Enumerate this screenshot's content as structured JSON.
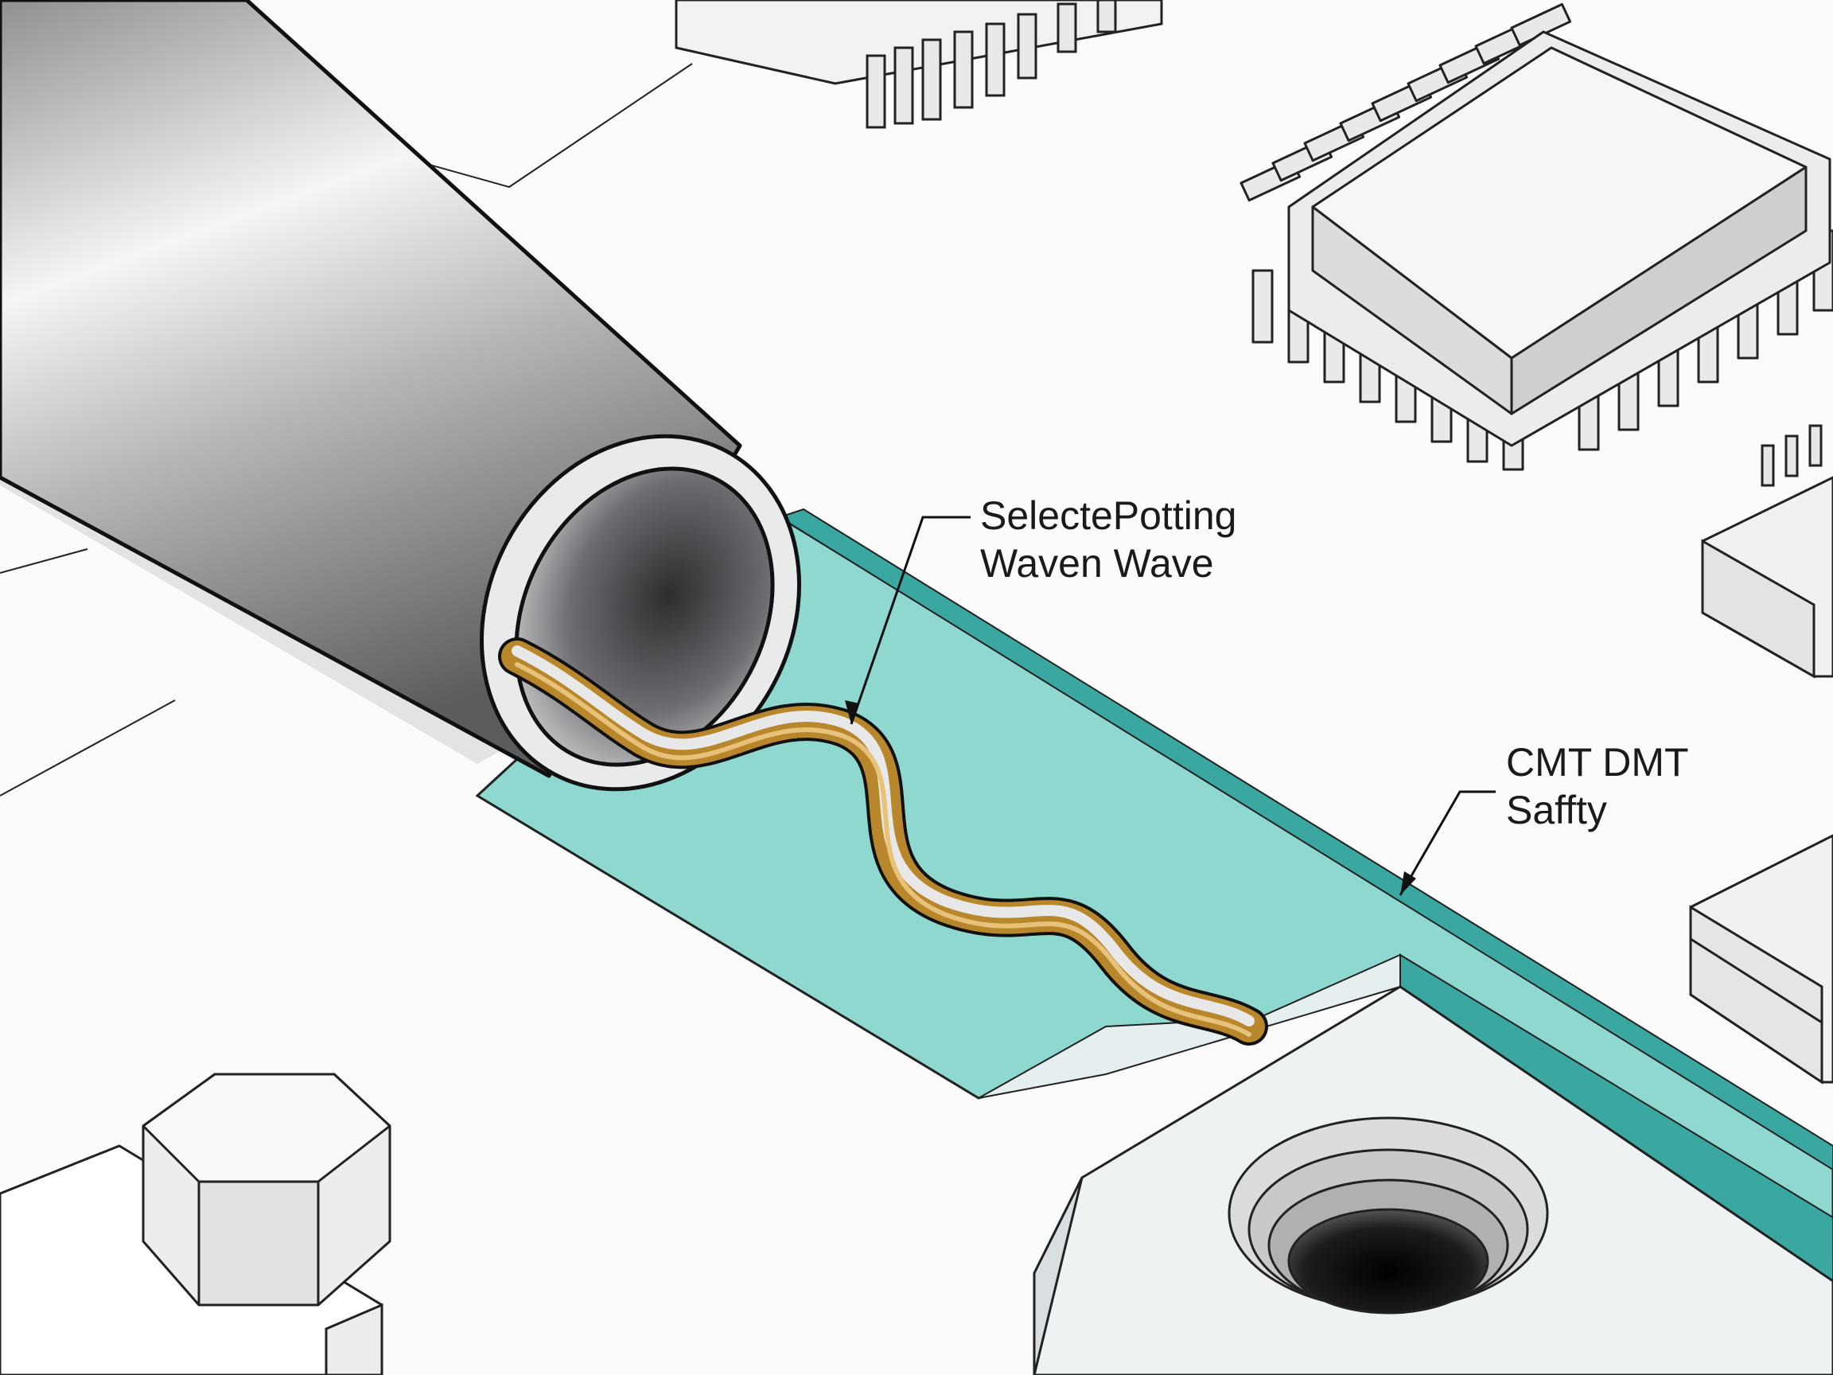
{
  "callouts": {
    "potting_wave": {
      "line1": "SelectePotting",
      "line2": "Waven Wave"
    },
    "safety_strip": {
      "line1": "CMT DMT",
      "line2": "Saffty"
    }
  },
  "colors": {
    "teal_fill": "#8fd8cf",
    "teal_edge": "#3aa8a0",
    "tube_metal": "#b9bbbd",
    "wire_gold": "#b8862b",
    "wire_silver": "#d9d9d9",
    "line": "#1a1a1a",
    "board": "#ffffff"
  },
  "icons": [
    "hex-nut-icon",
    "qfp-chip-icon",
    "connector-icon",
    "mounting-hole-icon",
    "tube-icon",
    "wire-icon"
  ]
}
